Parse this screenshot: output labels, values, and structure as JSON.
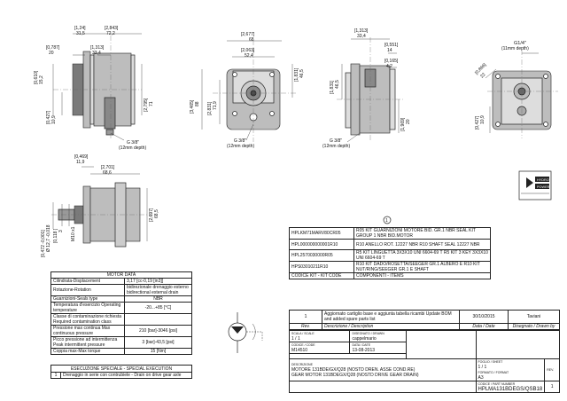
{
  "dims": {
    "v1_124": "[1,24]",
    "v1_315": "31,5",
    "v1_2843": "[2,843]",
    "v1_722": "72,2",
    "v1_0787": "[0,787]",
    "v1_20": "20",
    "v1_1313": "[1,313]",
    "v1_334": "33,4",
    "v1_0610": "[0,610]",
    "v1_152": "15,2",
    "v1_0427": "[0,427]",
    "v1_109": "10,9",
    "v1_2795": "[2,795]",
    "v1_71": "71",
    "v1_g38": "G 3/8\"",
    "v1_g38d": "(12mm depth)",
    "v2_2677": "[2,677]",
    "v2_68": "68",
    "v2_2063": "[2,063]",
    "v2_524": "52,4",
    "v2_3465": "[3,465]",
    "v2_88": "88",
    "v2_2831": "[2,831]",
    "v2_719": "71,9",
    "v2_1831": "[1,831]",
    "v2_465": "46,5",
    "v2_g38": "G 3/8\"",
    "v2_g38d": "(12mm depth)",
    "v3_1313": "[1,313]",
    "v3_334": "33,4",
    "v3_0551": "[0,551]",
    "v3_14": "14",
    "v3_0165": "[0,165]",
    "v3_42": "4,2",
    "v3_1831": "[1,831]",
    "v3_465": "46,5",
    "v3_1969": "[1,969]",
    "v3_20": "20",
    "v4_g14": "G1/4\"",
    "v4_g14d": "(11mm depth)",
    "v4_0866": "[0,866]",
    "v4_22": "22",
    "v4_0427": "[0,427]",
    "v4_109": "10,9",
    "v5_0469": "[0,469]",
    "v5_119": "11,9",
    "v5_2701": "[2,701]",
    "v5_686": "68,6",
    "v5_2697": "[2,697]",
    "v5_685": "68,5",
    "v5_m10": "M10 x1",
    "v5_2127": "Ø 12,7 -0,018",
    "v5_0472": "[0,472 -0,001]",
    "v5_1181": "[0,118 ]",
    "v5_3": "3",
    "v5_1181b": "[1,181]"
  },
  "brand": {
    "name1": "HYDRO",
    "name2": "POWER",
    "tag": ""
  },
  "motor_data": {
    "title": "MOTOR DATA",
    "rows": [
      [
        "Cilindrata-Displacement",
        "3,17 [cc-0,19 [in3]]"
      ],
      [
        "Rotazione-Rotation",
        "bidirezionale drenaggio esterno bidirectional external drain"
      ],
      [
        "Guarnizioni-Seals type",
        "NBR"
      ],
      [
        "Temperatura d'esercizio Operating temperature",
        "-20...+85 [°C]"
      ],
      [
        "Classe di contaminazione richiesta Required contamination class",
        ""
      ],
      [
        "Pressione max continua Max continuous pressure",
        "210 [bar]-3046 [psi]"
      ],
      [
        "Picco pressione ad intermittenza Peak intermittent pressure",
        "3 [bar]-43,5 [psi]"
      ],
      [
        "Coppia max-Max torque",
        "15 [Nm]"
      ]
    ]
  },
  "special": {
    "title": "ESECUZIONE SPECIALE - SPECIAL EXECUTION",
    "rows": [
      [
        "1",
        "Drenaggio in serie con contrubiele - Drain on drive gear axle"
      ]
    ]
  },
  "kit": {
    "num": "1",
    "rows": [
      [
        "HPLKM71MARV80CR05",
        "R05 KIT GUARNIZIONI MOTORE BID. GR.1 NBR SEAL KIT GROUP 1 NBR BID.MOTOR"
      ],
      [
        "HPL000000000001R10",
        "R10 ANELLO ROT. 12227 NBR R10 SHAFT SEAL 12227 NBR"
      ],
      [
        "HPL2570030000R05",
        "R5 KIT LINGUETTA 3X3X10 UNI 6604-69 T R5 KIT 3 KEY 3X3X10 UNI 6604-69 T"
      ],
      [
        "HPS03010211R10",
        "R10 KIT DADO/ROSETTA/SEEGER GR.1 ALBERO E R10 KIT NUT/RING/SEEGER GR.1 E SHAFT"
      ],
      [
        "CODICE KIT - KIT CODE",
        "COMPONENTI - ITEMS"
      ]
    ]
  },
  "revision": {
    "rev": "1",
    "desc": "Aggiornato cartiglio base e aggiunta tabella ricambi Update BOM and added spare parts list",
    "date": "30/10/2015",
    "by": "Taviani",
    "h_rev": "Rev.",
    "h_desc": "Descrizione / Description",
    "h_date": "Data / Date",
    "h_by": "Disegnato / Drawn by"
  },
  "title_block": {
    "scale_label": "SCALA / SCALE",
    "scale": "1 / 1",
    "drawn_label": "DISEGNATO / DRAWN",
    "drawn": "cappelmario",
    "doc_label": "CODICE / CODE",
    "doc": "M14510",
    "date_label": "DATA / DATE",
    "date": "13-08-2013",
    "sheet_label": "FOGLIO / SHEET",
    "sheet": "1 / 1",
    "format_label": "FORMATO / FORMAT",
    "format": "A3",
    "desc_label": "DESCRIZIONE",
    "desc_it": "MOTORE 131BDE/GX/Q28 (NOSTD DREN. ASSE COND.RE)",
    "desc_en": "GEAR MOTOR 131BDEGX/Q28 (NOSTD DRIVE GEAR DRAIN)",
    "code_label": "CODICE / PART NUMBER",
    "code": "HPLMA131BDEGS/QSB18",
    "rev_label": "REV.",
    "rev": "1"
  }
}
